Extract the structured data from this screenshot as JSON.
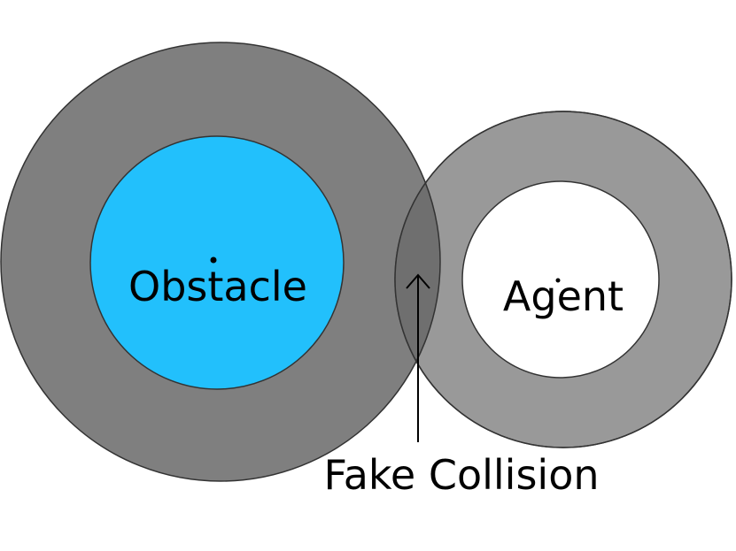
{
  "labels": {
    "obstacle": "Obstacle",
    "agent": "Agent",
    "fake_collision": "Fake Collision"
  },
  "colors": {
    "background": "#ffffff",
    "obstacle_buffer": "#7f7f7f",
    "obstacle_core": "#22c0fc",
    "agent_buffer": "#999999",
    "agent_core": "#ffffff",
    "overlap_region": "#6f6f6f",
    "stroke": "#333333",
    "text": "#000000"
  }
}
